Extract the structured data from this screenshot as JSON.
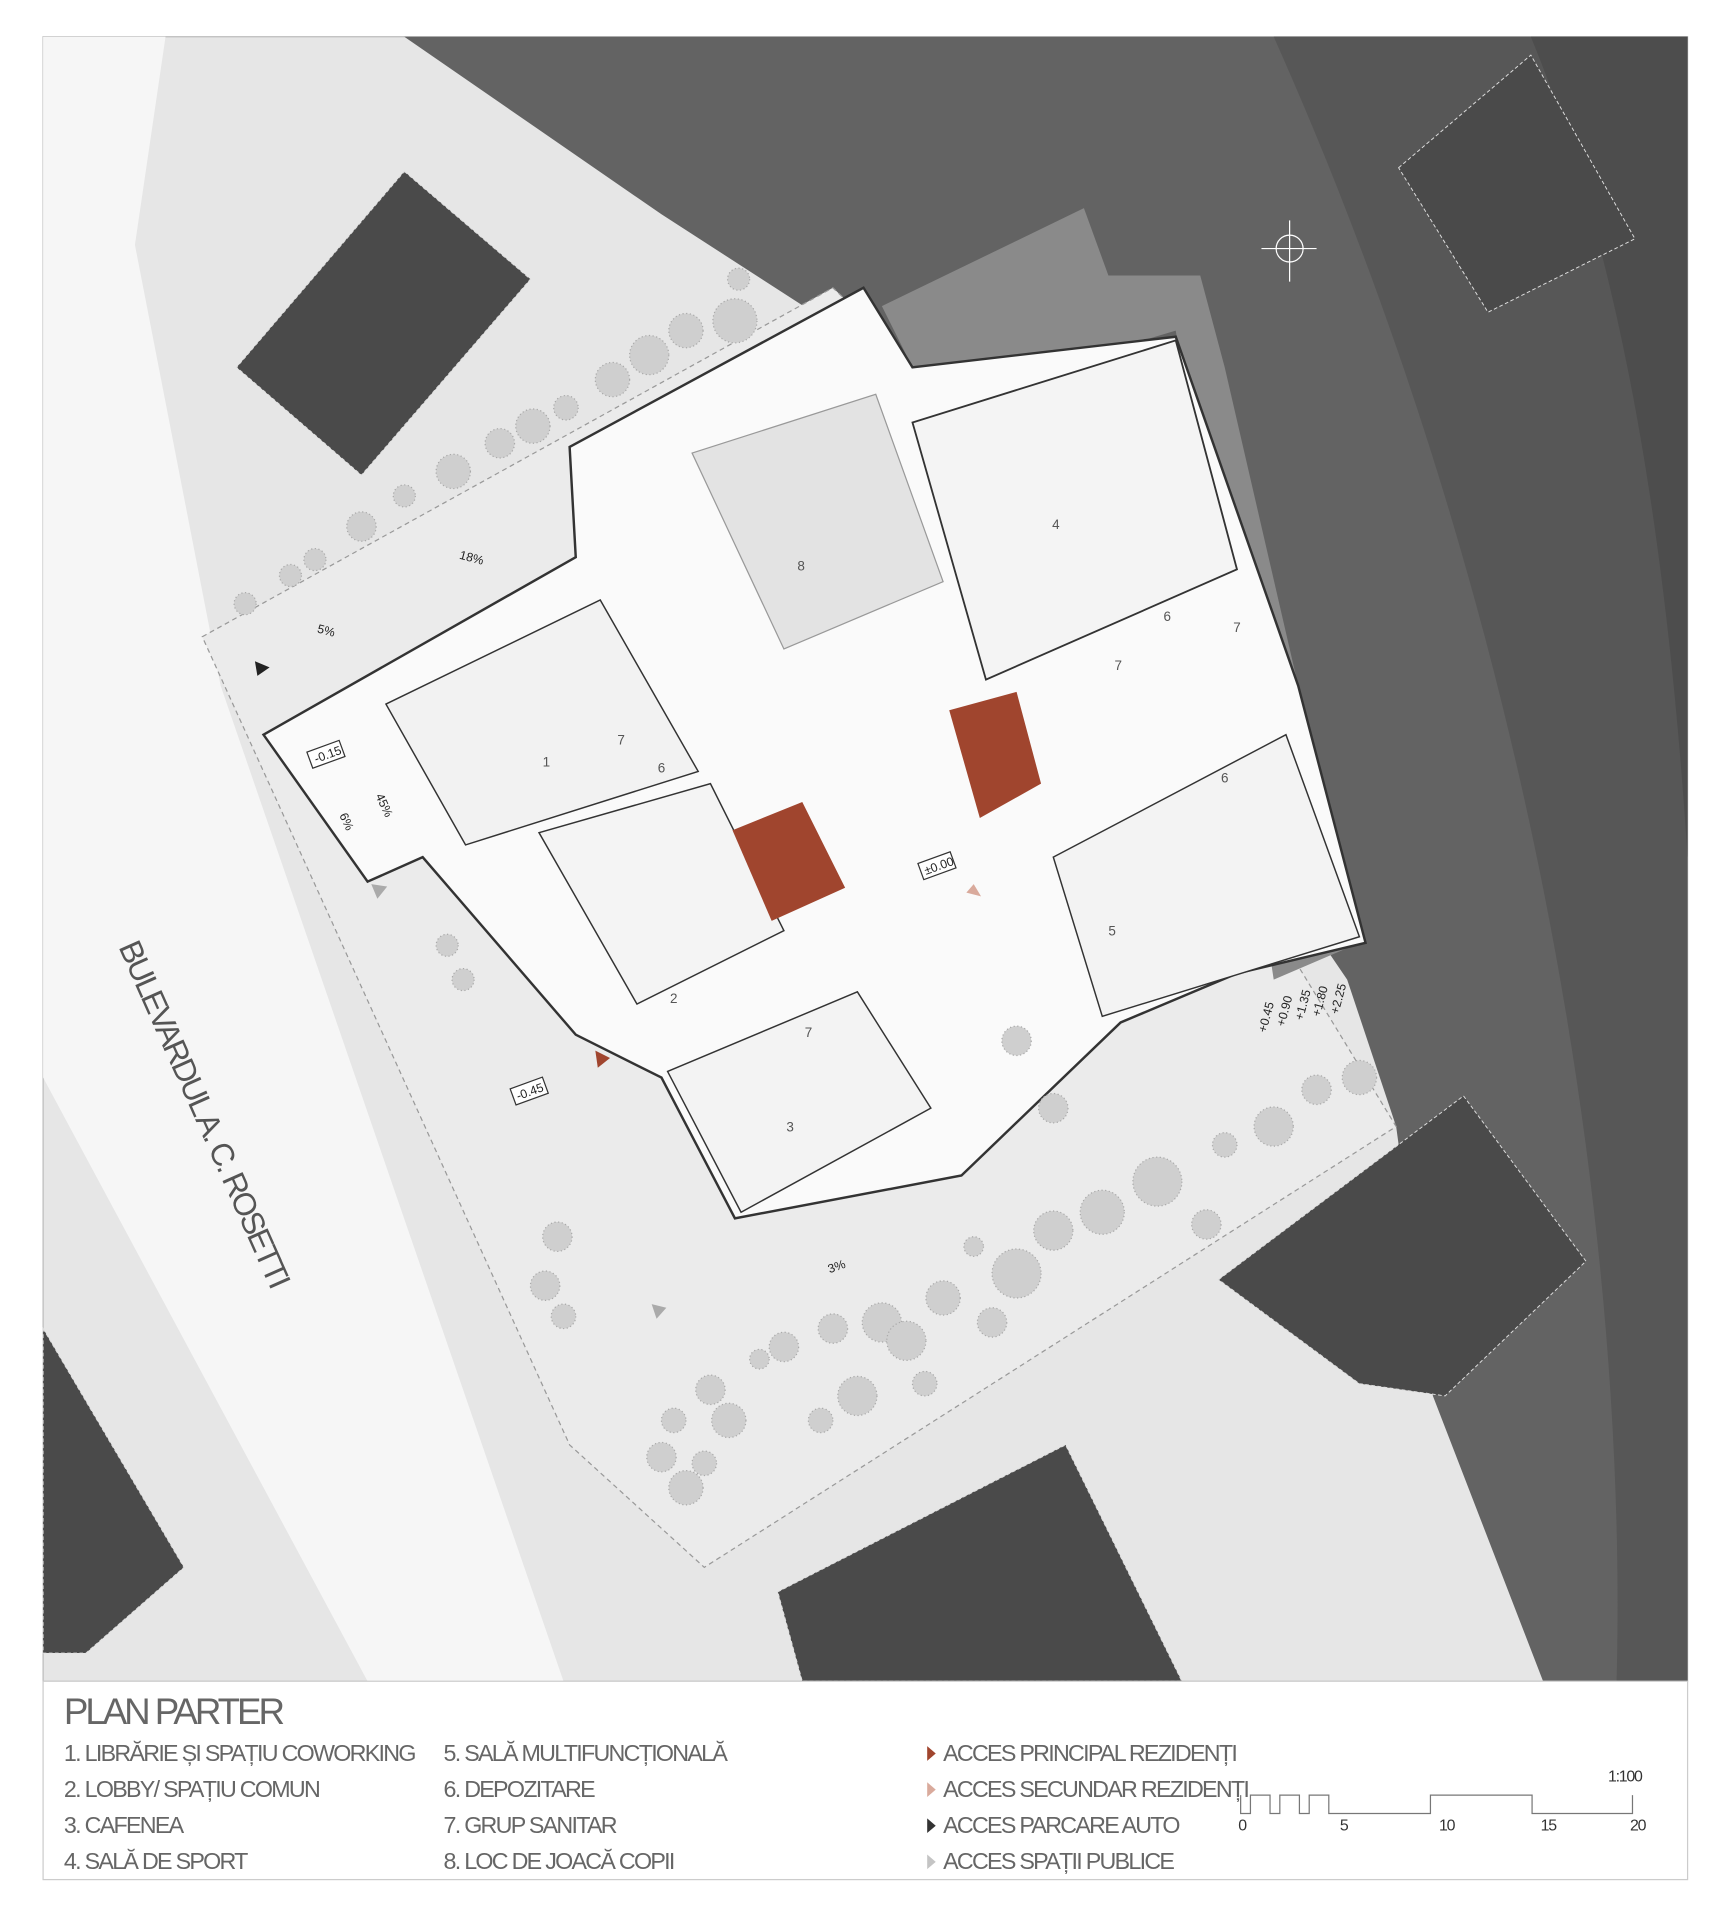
{
  "title": "PLAN PARTER",
  "street_name": "BULEVARDUL A. C. ROSETTI",
  "rooms": [
    {
      "number": "1",
      "label": "1. LIBRĂRIE ȘI SPAȚIU COWORKING"
    },
    {
      "number": "2",
      "label": "2. LOBBY/ SPAȚIU COMUN"
    },
    {
      "number": "3",
      "label": "3. CAFENEA"
    },
    {
      "number": "4",
      "label": "4. SALĂ DE SPORT"
    },
    {
      "number": "5",
      "label": "5. SALĂ MULTIFUNCȚIONALĂ"
    },
    {
      "number": "6",
      "label": "6. DEPOZITARE"
    },
    {
      "number": "7",
      "label": "7. GRUP SANITAR"
    },
    {
      "number": "8",
      "label": "8. LOC DE JOACĂ COPII"
    }
  ],
  "access": [
    {
      "label": "ACCES PRINCIPAL REZIDENȚI",
      "color": "#a0452e"
    },
    {
      "label": "ACCES SECUNDAR REZIDENȚI",
      "color": "#d9aa9c"
    },
    {
      "label": "ACCES PARCARE AUTO",
      "color": "#333333"
    },
    {
      "label": "ACCES SPAȚII PUBLICE",
      "color": "#c4c4c4"
    }
  ],
  "scale": {
    "ratio": "1:100",
    "ticks": [
      "0",
      "5",
      "10",
      "15",
      "20"
    ]
  },
  "elevations": [
    "-0.15",
    "±0.00",
    "-0.45"
  ],
  "stair_levels": [
    "+0.45",
    "+0.90",
    "+1.35",
    "+1.80",
    "+2.25"
  ],
  "slopes": [
    "18%",
    "5%",
    "6%",
    "45%",
    "3%"
  ],
  "colors": {
    "stairs": "#a0452e",
    "buildings": "#4a4a4a",
    "surroundings": "#636363",
    "ground": "#e6e6e6"
  }
}
